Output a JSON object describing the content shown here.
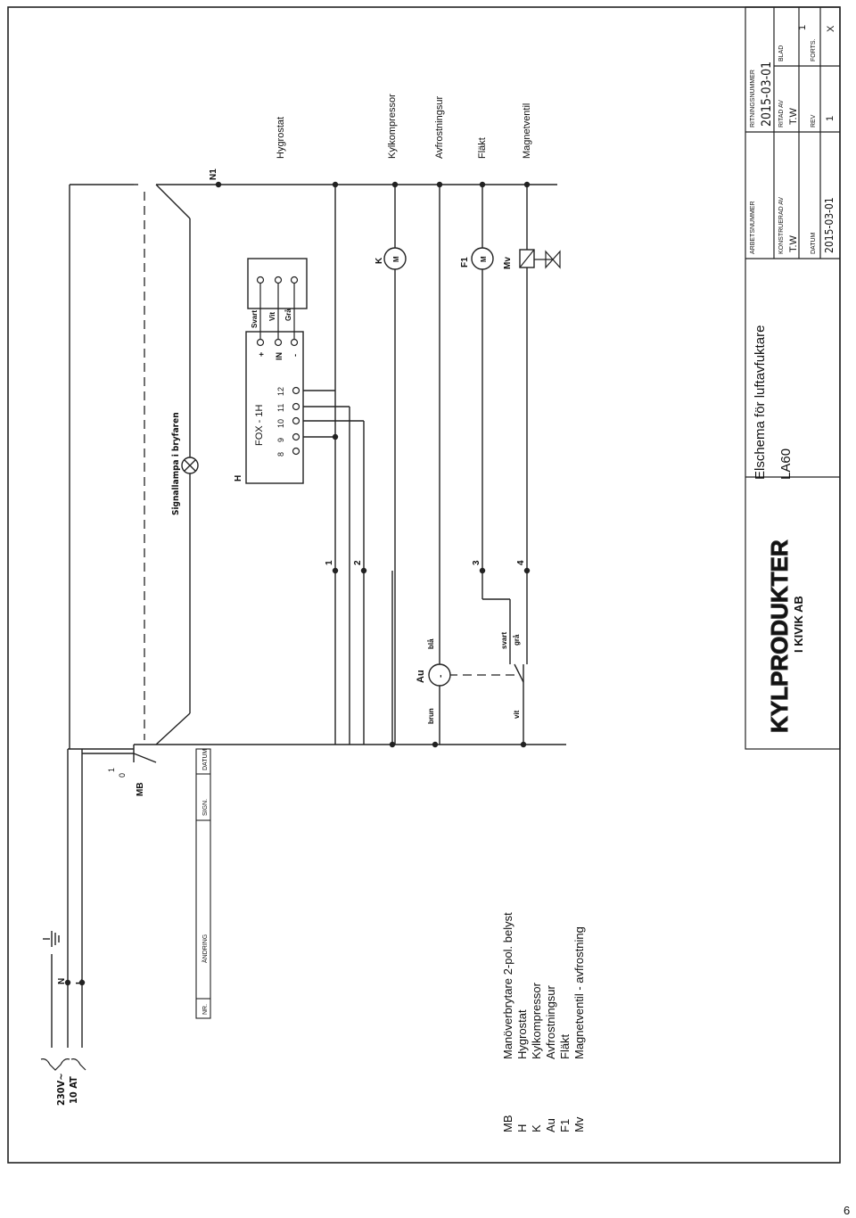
{
  "page_number": "6",
  "title_block": {
    "title": "Elschema för luftavfuktare",
    "model": "LA60",
    "logo_line1": "KYLPRODUKTER",
    "logo_line2": "I KIVIK AB",
    "labels": {
      "arbetsnummer": "ARBETSNUMMER",
      "ritningsnummer": "RITNINGSNUMMER",
      "konstruerad_av": "KONSTRUERAD AV",
      "ritad_av": "RITAD AV",
      "blad": "BLAD",
      "datum": "DATUM",
      "rev": "REV",
      "forts": "FORTS."
    },
    "values": {
      "ritningsnummer": "2015-03-01",
      "konstruerad_av": "T.W",
      "ritad_av": "T.W",
      "blad": "1",
      "datum": "2015-03-01",
      "rev": "1",
      "forts": "X"
    }
  },
  "revision_table": {
    "headers": [
      "NR.",
      "ÄNDRING",
      "SIGN.",
      "DATUM"
    ]
  },
  "supply": {
    "voltage": "230V~",
    "fuse": "10 AT",
    "terminals": [
      "N",
      "L"
    ]
  },
  "legend": [
    {
      "code": "MB",
      "description": "Manöverbrytare 2-pol. belyst"
    },
    {
      "code": "H",
      "description": "Hygrostat"
    },
    {
      "code": "K",
      "description": "Kylkompressor"
    },
    {
      "code": "Au",
      "description": "Avfrostningsur"
    },
    {
      "code": "F1",
      "description": "Fläkt"
    },
    {
      "code": "Mv",
      "description": "Magnetventil - avfrostning"
    }
  ],
  "circuit_labels": {
    "hygrostat": "Hygrostat",
    "kylkompressor": "Kylkompressor",
    "avfrostningsur": "Avfrostningsur",
    "flakt": "Fläkt",
    "magnetventil": "Magnetventil",
    "signallampa": "Signallampa i bryfaren",
    "n1": "N1",
    "mb": "MB",
    "mb_pos0": "0",
    "mb_pos1": "1",
    "h": "H",
    "fox": "FOX - 1H",
    "fox_terminals": [
      "8",
      "9",
      "10",
      "11",
      "12"
    ],
    "sensor_pins": [
      "+",
      "IN",
      "-"
    ],
    "sensor_wires": [
      "Svart",
      "Vit",
      "Grå"
    ],
    "k": "K",
    "f1": "F1",
    "mv": "Mv",
    "motor_m": "M",
    "au": "Au",
    "au_minus": "-",
    "au_wires": {
      "bla": "blå",
      "brun": "brun",
      "svart": "svart",
      "gra": "grå",
      "vit": "vit"
    },
    "wire_numbers": [
      "1",
      "2",
      "3",
      "4"
    ]
  }
}
